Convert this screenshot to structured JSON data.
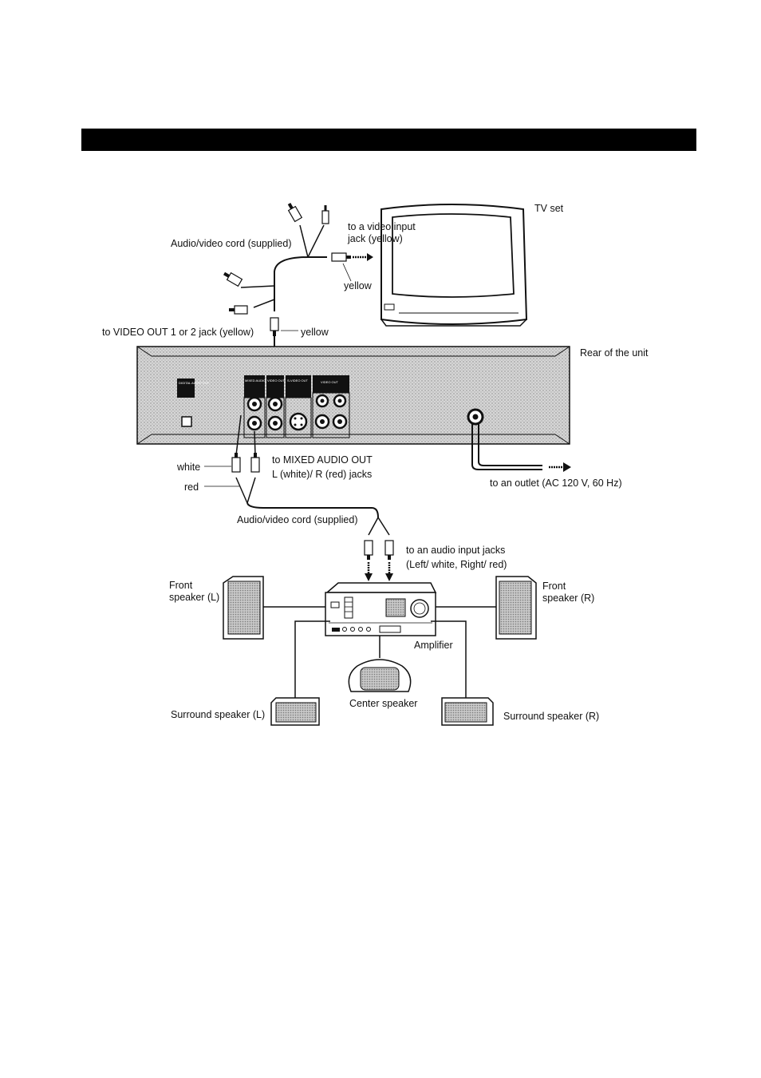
{
  "labels": {
    "tv_set": "TV set",
    "to_video_input_line1": "to a video input",
    "to_video_input_line2": "jack (yellow)",
    "av_cord_top": "Audio/video cord (supplied)",
    "yellow_tv": "yellow",
    "to_video_out": "to VIDEO OUT 1 or 2 jack (yellow)",
    "yellow_cord": "yellow",
    "rear_of_unit": "Rear of the unit",
    "white": "white",
    "red": "red",
    "to_mixed_audio_line1": "to MIXED AUDIO OUT",
    "to_mixed_audio_line2": "L (white)/ R (red) jacks",
    "to_outlet": "to an outlet  (AC 120 V, 60 Hz)",
    "av_cord_bottom": "Audio/video cord (supplied)",
    "to_audio_input_line1": "to an audio input jacks",
    "to_audio_input_line2": "(Left/ white, Right/ red)",
    "front_left_line1": "Front",
    "front_left_line2": "speaker (L)",
    "front_right_line1": "Front",
    "front_right_line2": "speaker (R)",
    "amplifier": "Amplifier",
    "center_speaker": "Center speaker",
    "surround_left": "Surround speaker (L)",
    "surround_right": "Surround speaker (R)"
  },
  "panel": {
    "digital_audio_out": "DIGITAL AUDIO OUT",
    "mixed_audio_out": "MIXED AUDIO OUT",
    "video_out": "VIDEO OUT",
    "s_video_out": "S-VIDEO OUT",
    "video_out_2": "VIDEO OUT"
  }
}
